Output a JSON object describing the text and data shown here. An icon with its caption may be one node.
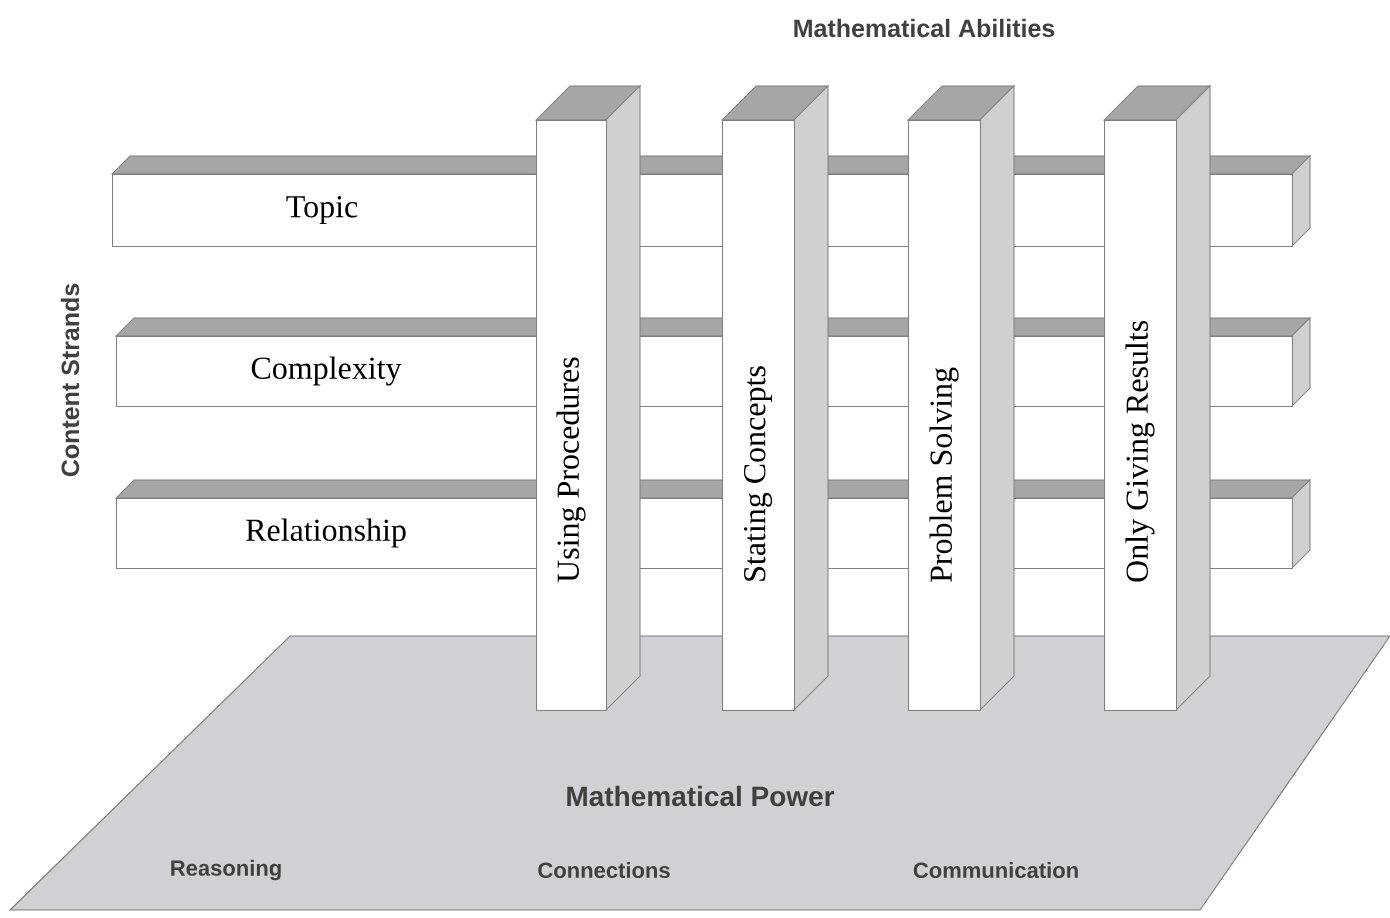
{
  "diagram": {
    "nodes": [
      {
        "text": [
          "Topic"
        ]
      },
      {
        "text": [
          "Complexity"
        ]
      },
      {
        "text": [
          "Relationship"
        ]
      },
      {
        "text": [
          "Using Procedures"
        ]
      },
      {
        "text": [
          "Stating Concepts"
        ]
      },
      {
        "text": [
          "Problem Solving"
        ]
      },
      {
        "text": [
          "Only Giving Results"
        ]
      },
      {
        "text": [
          "Mathematical Power",
          "Reasoning",
          "Connections",
          "Communication"
        ]
      }
    ],
    "labels": [
      "Mathematical Abilities",
      "Content Strands"
    ]
  }
}
